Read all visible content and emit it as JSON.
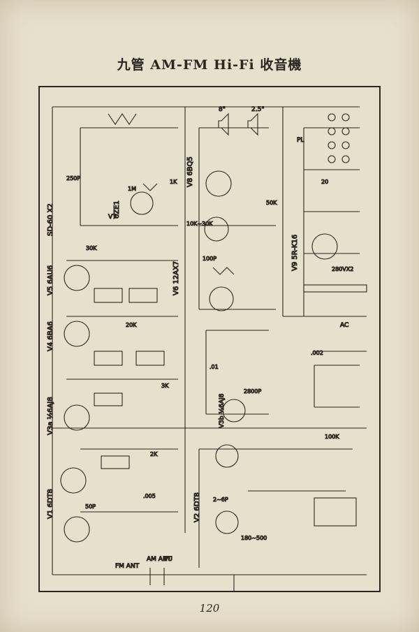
{
  "title": "九管 AM-FM Hi-Fi 收音機",
  "page_number": "120",
  "tubes": {
    "v1": "V1 6DT8",
    "v2": "V2 6DT8",
    "v3": "V3a ½6AJ8",
    "v3b": "V3b ½6AJ8",
    "v4": "V4 6BA6",
    "v5": "V5 6AU6",
    "v6a": "V6 12AX7",
    "v7": "V7",
    "v8": "V8 6BQ5",
    "v9": "V9 5R-K16",
    "ze1": "6ZE1",
    "sd60": "SD-60 X2"
  },
  "labels": {
    "fm_ant": "FM ANT",
    "am_ant": "AM ANT",
    "pu": "PU",
    "pl": "PL",
    "ac": "AC",
    "speaker1": "8\"",
    "speaker2": "2.5\"",
    "r_50k": "50K",
    "r_1k": "1K",
    "r_100k": "100K",
    "r_3k": "3K",
    "r_2k": "2K",
    "c_50p": "50P",
    "c_100p": "100P",
    "c_250p": "250P",
    "c_2800p": "2800P",
    "c_005": ".005",
    "c_01": ".01",
    "c_002": ".002",
    "v_280": "280VX2",
    "r_180_500": "180~500",
    "r_2_6p": "2~6P",
    "c_20": "20",
    "r_10k_30k": "10K~30K",
    "r_30k": "30K",
    "r_20k": "20K",
    "r_1m": "1M"
  }
}
